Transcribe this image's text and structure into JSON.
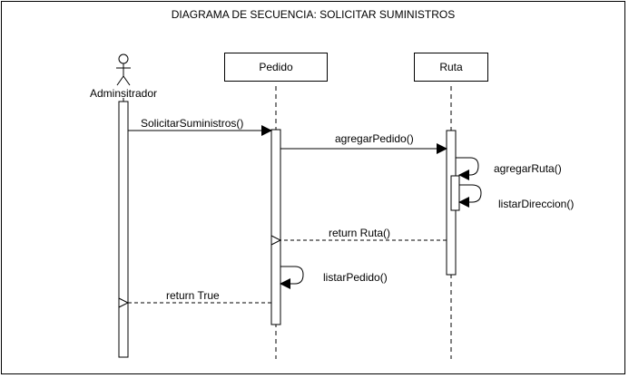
{
  "diagram": {
    "title": "DIAGRAMA DE SECUENCIA: SOLICITAR SUMINISTROS",
    "actor": {
      "name": "Adminsitrador"
    },
    "participants": [
      {
        "name": "Pedido"
      },
      {
        "name": "Ruta"
      }
    ],
    "messages": [
      {
        "label": "SolicitarSuministros()",
        "from": "Adminsitrador",
        "to": "Pedido",
        "kind": "sync"
      },
      {
        "label": "agregarPedido()",
        "from": "Pedido",
        "to": "Ruta",
        "kind": "sync"
      },
      {
        "label": "agregarRuta()",
        "from": "Ruta",
        "to": "Ruta",
        "kind": "self"
      },
      {
        "label": "listarDireccion()",
        "from": "Ruta",
        "to": "Ruta",
        "kind": "self"
      },
      {
        "label": "return Ruta()",
        "from": "Ruta",
        "to": "Pedido",
        "kind": "return"
      },
      {
        "label": "listarPedido()",
        "from": "Pedido",
        "to": "Pedido",
        "kind": "self"
      },
      {
        "label": "return True",
        "from": "Pedido",
        "to": "Adminsitrador",
        "kind": "return"
      }
    ]
  }
}
